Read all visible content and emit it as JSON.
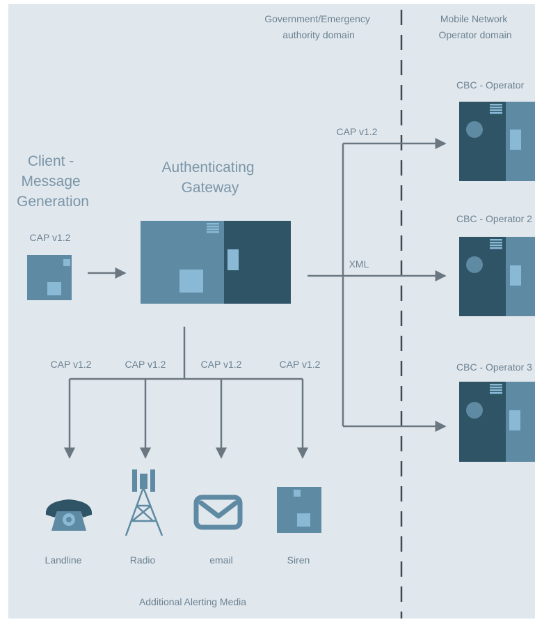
{
  "domains": {
    "left": [
      "Government/Emergency",
      "authority domain"
    ],
    "right": [
      "Mobile Network",
      "Operator domain"
    ]
  },
  "client": {
    "title": [
      "Client -",
      "Message",
      "Generation"
    ],
    "protocol": "CAP v1.2"
  },
  "gateway": {
    "title": [
      "Authenticating",
      "Gateway"
    ]
  },
  "links": {
    "operator_top": "CAP v1.2",
    "operator_mid": "XML"
  },
  "operators": [
    {
      "label": "CBC - Operator"
    },
    {
      "label": "CBC - Operator 2"
    },
    {
      "label": "CBC - Operator 3"
    }
  ],
  "branches": [
    {
      "protocol": "CAP v1.2",
      "media": "Landline",
      "icon": "telephone-icon"
    },
    {
      "protocol": "CAP v1.2",
      "media": "Radio",
      "icon": "radio-tower-icon"
    },
    {
      "protocol": "CAP v1.2",
      "media": "email",
      "icon": "email-envelope-icon"
    },
    {
      "protocol": "CAP v1.2",
      "media": "Siren",
      "icon": "siren-box-icon"
    }
  ],
  "footer": "Additional Alerting Media",
  "colors": {
    "background": "#e1e8ed",
    "dark": "#2e5466",
    "mid": "#5f8aa3",
    "light": "#8ab9d6",
    "line": "#6b7780",
    "text": "#6b8192"
  }
}
